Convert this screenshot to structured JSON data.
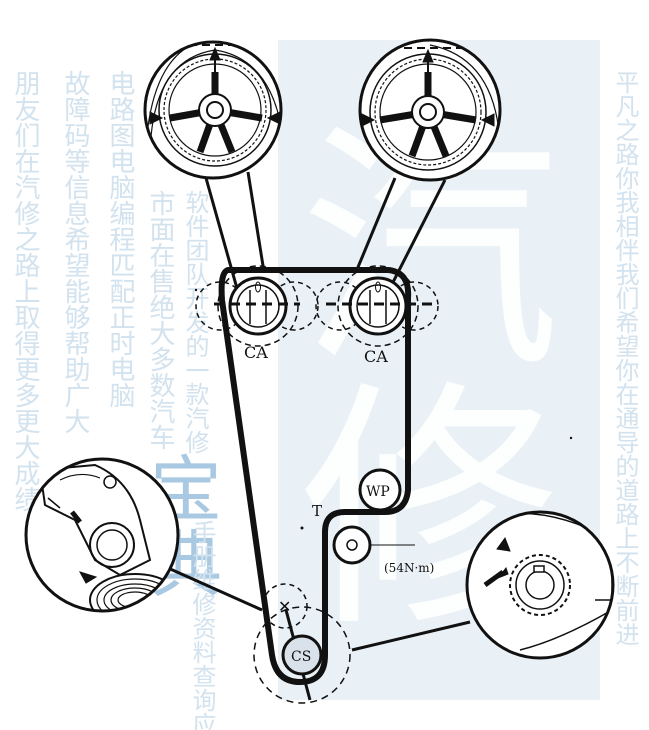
{
  "labels": {
    "camshaft_left": "CA",
    "camshaft_right": "CA",
    "water_pump": "WP",
    "tensioner": "T",
    "tensioner_torque": "(54N·m)",
    "crankshaft": "CS"
  },
  "watermark": {
    "big_char_1": "汽",
    "big_char_2": "修",
    "mid_char_1": "宝",
    "mid_char_2": "典",
    "col_1": "平凡之路你我相伴我们希望你在通导的道路上不断前进",
    "col_2": "朋友们在汽修之路上取得更多更大成绩",
    "col_3": "故障码等信息希望能够帮助广大",
    "col_4": "电路图电脑编程匹配正时电脑",
    "col_5": "市面在售绝大多数汽车",
    "col_6": "软件团队开发的一款汽修",
    "col_7": "手册维修资料查询应用"
  },
  "colors": {
    "watermark_panel": "#e9f1f7",
    "watermark_blue": "#a9c9e2",
    "watermark_faint": "#d2e2ee",
    "line": "#111111",
    "pulley_fill": "#d9e2ea"
  }
}
